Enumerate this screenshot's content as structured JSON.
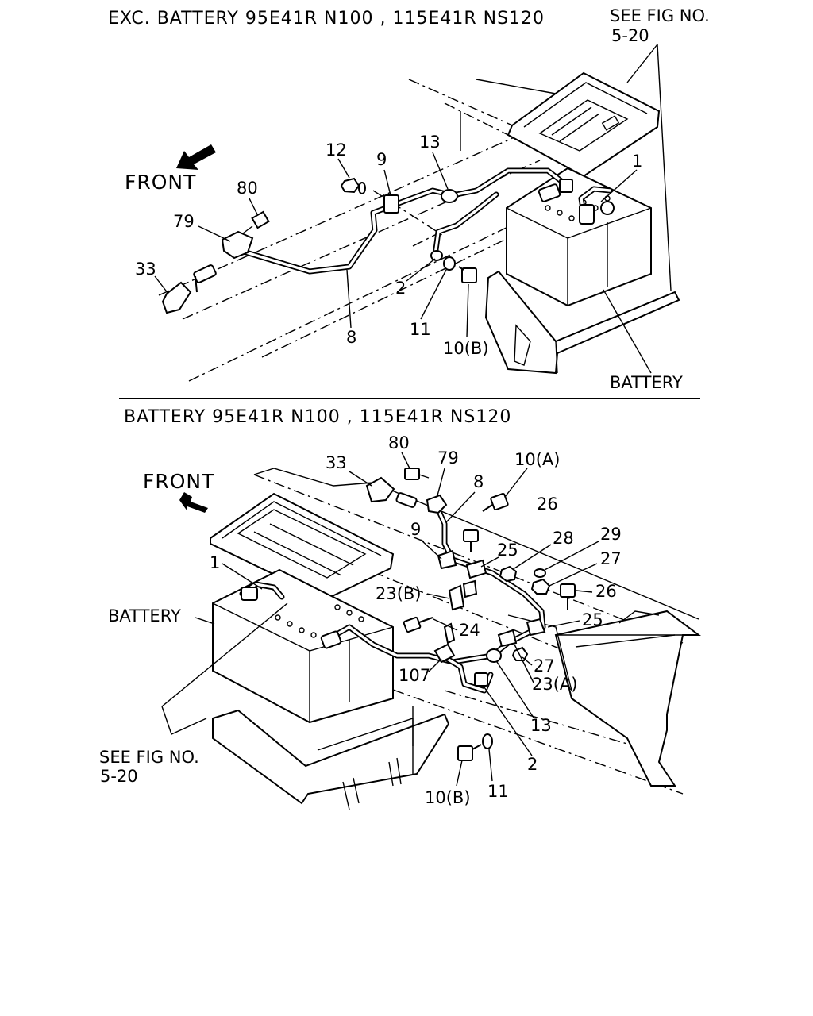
{
  "top_section": {
    "header": "EXC.   BATTERY 95E41R N100 , 115E41R NS120",
    "see_fig_line1": "SEE FIG NO.",
    "see_fig_line2": "5-20",
    "front_label": "FRONT",
    "battery_label": "BATTERY",
    "callouts": {
      "c1": "1",
      "c2": "2",
      "c8": "8",
      "c9": "9",
      "c10b": "10(B)",
      "c11": "11",
      "c12": "12",
      "c13": "13",
      "c33": "33",
      "c79": "79",
      "c80": "80"
    }
  },
  "bottom_section": {
    "header": "BATTERY 95E41R N100 , 115E41R NS120",
    "see_fig_line1": "SEE FIG NO.",
    "see_fig_line2": "5-20",
    "front_label": "FRONT",
    "battery_label": "BATTERY",
    "callouts": {
      "c1": "1",
      "c2": "2",
      "c8": "8",
      "c9": "9",
      "c10a": "10(A)",
      "c10b": "10(B)",
      "c11": "11",
      "c13": "13",
      "c23a": "23(A)",
      "c23b": "23(B)",
      "c24": "24",
      "c25a": "25",
      "c25b": "25",
      "c26a": "26",
      "c26b": "26",
      "c27a": "27",
      "c27b": "27",
      "c28": "28",
      "c29": "29",
      "c33": "33",
      "c79": "79",
      "c80": "80",
      "c107": "107"
    }
  }
}
